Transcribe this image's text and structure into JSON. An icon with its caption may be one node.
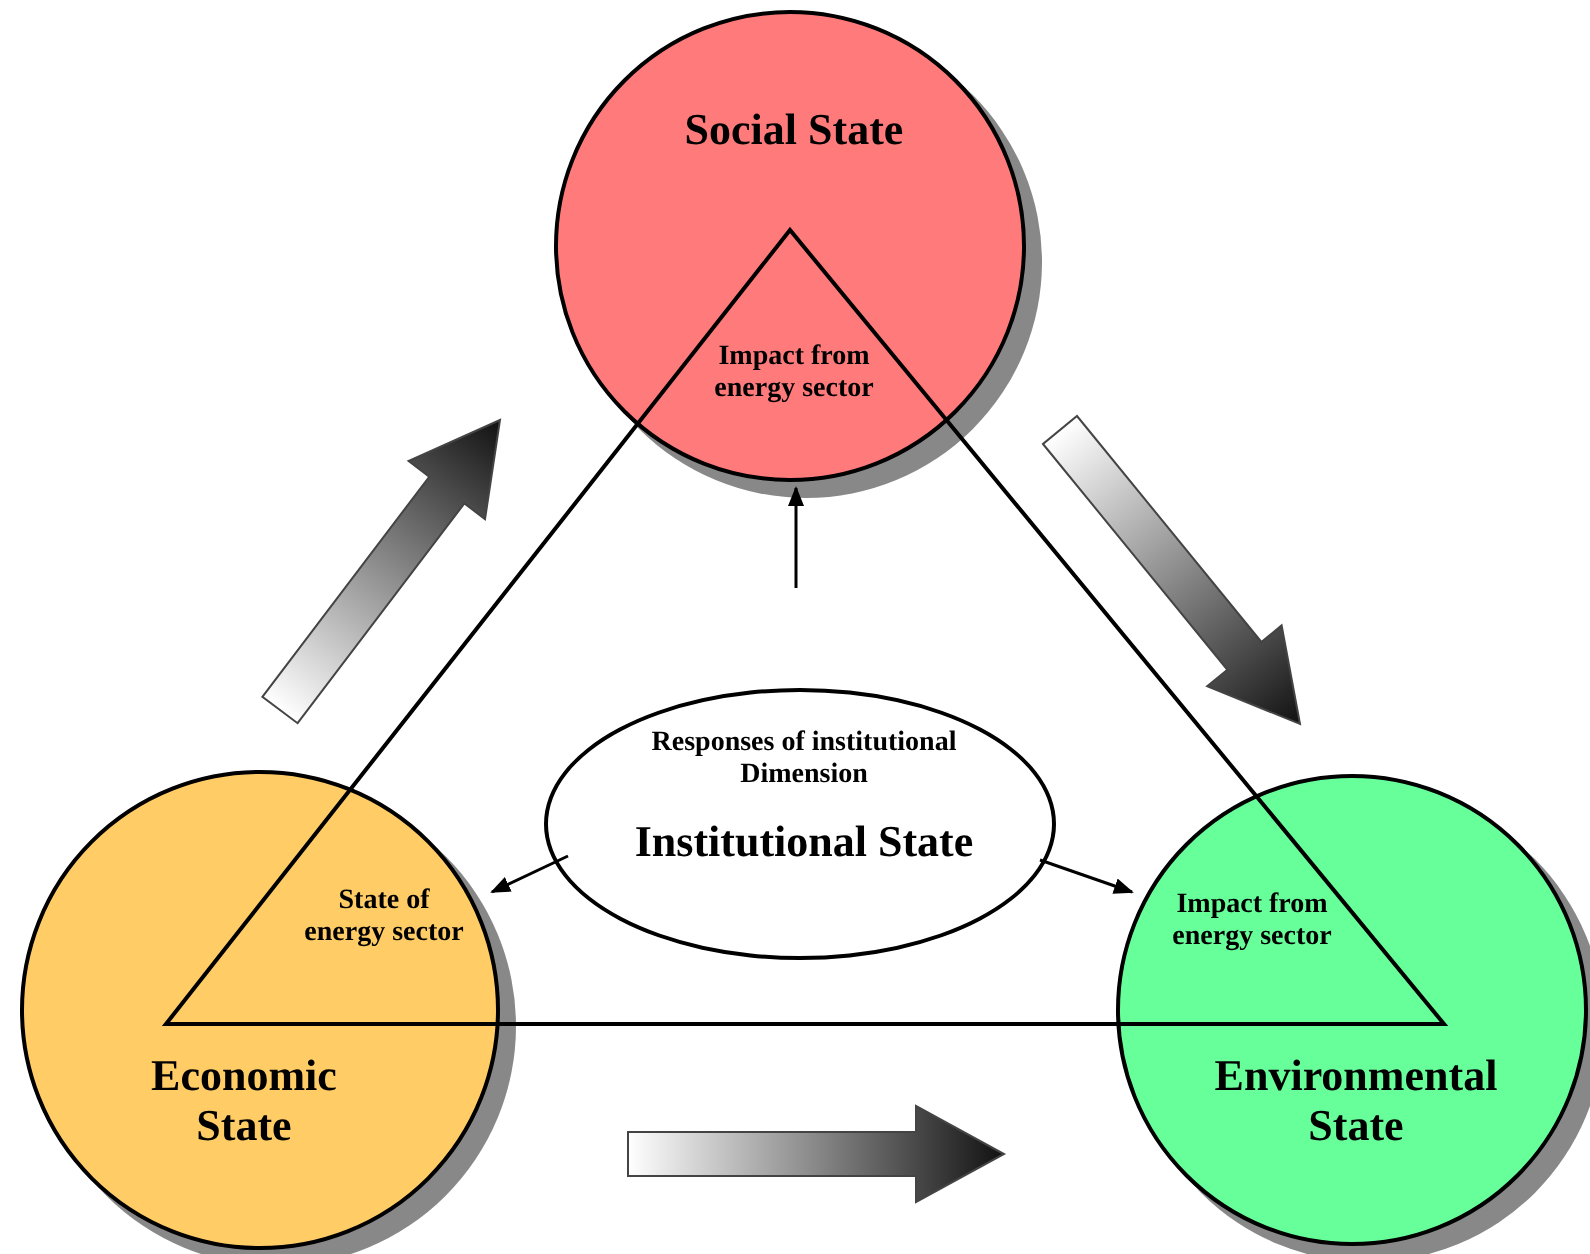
{
  "diagram": {
    "nodes": [
      {
        "text": [
          "Social State",
          "Impact from energy sector"
        ]
      },
      {
        "text": [
          "State of energy sector",
          "Economic State"
        ]
      },
      {
        "text": [
          "Impact from energy sector",
          "Environmental State"
        ]
      },
      {
        "text": [
          "Responses of institutional Dimension",
          "Institutional State"
        ]
      }
    ],
    "edges": [
      {
        "from": 3,
        "to": 0,
        "arrow": "to"
      },
      {
        "from": 3,
        "to": 1,
        "arrow": "to"
      },
      {
        "from": 3,
        "to": 2,
        "arrow": "to"
      },
      {
        "from": 1,
        "to": 0,
        "arrow": "to",
        "style": "thick"
      },
      {
        "from": 0,
        "to": 2,
        "arrow": "to",
        "style": "thick"
      },
      {
        "from": 1,
        "to": 2,
        "arrow": "to",
        "style": "thick"
      }
    ]
  }
}
